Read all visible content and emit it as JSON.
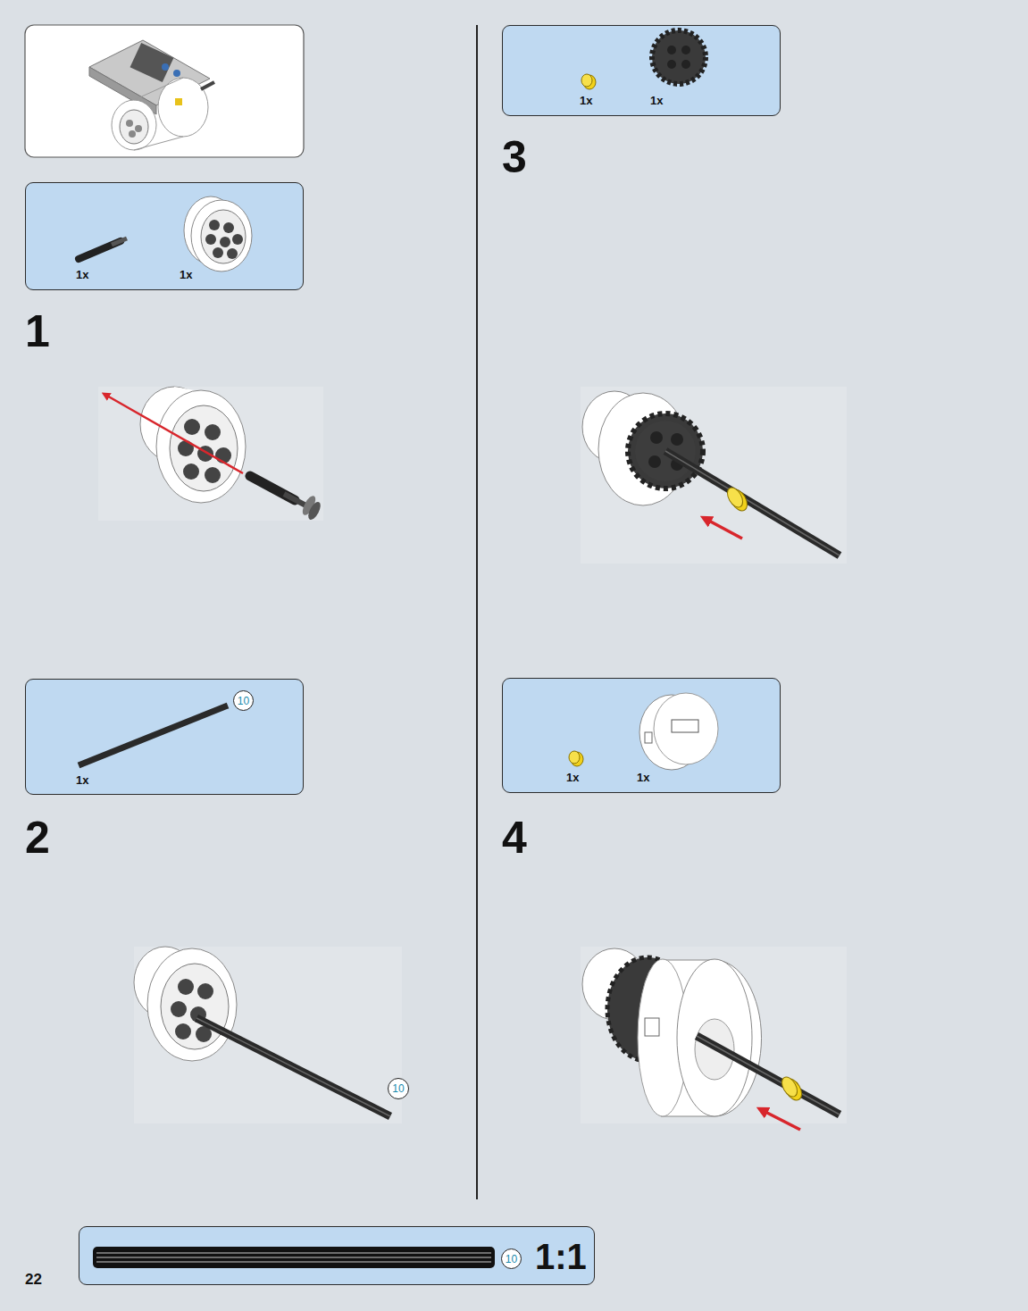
{
  "diagram": {
    "nodes": [
      {
        "text": [
          "1x",
          "1x"
        ]
      },
      {
        "text": [
          "1x"
        ]
      },
      {
        "text": [
          "10"
        ],
        "in": 1
      },
      {
        "text": [
          "10"
        ]
      },
      {
        "text": [
          "1x",
          "1x"
        ]
      },
      {
        "text": [
          "1x",
          "1x"
        ]
      },
      {
        "text": [
          "1:1"
        ]
      },
      {
        "text": [
          "10"
        ],
        "in": 6
      }
    ],
    "labels": [
      "1",
      "2",
      "3",
      "4",
      "22"
    ]
  }
}
